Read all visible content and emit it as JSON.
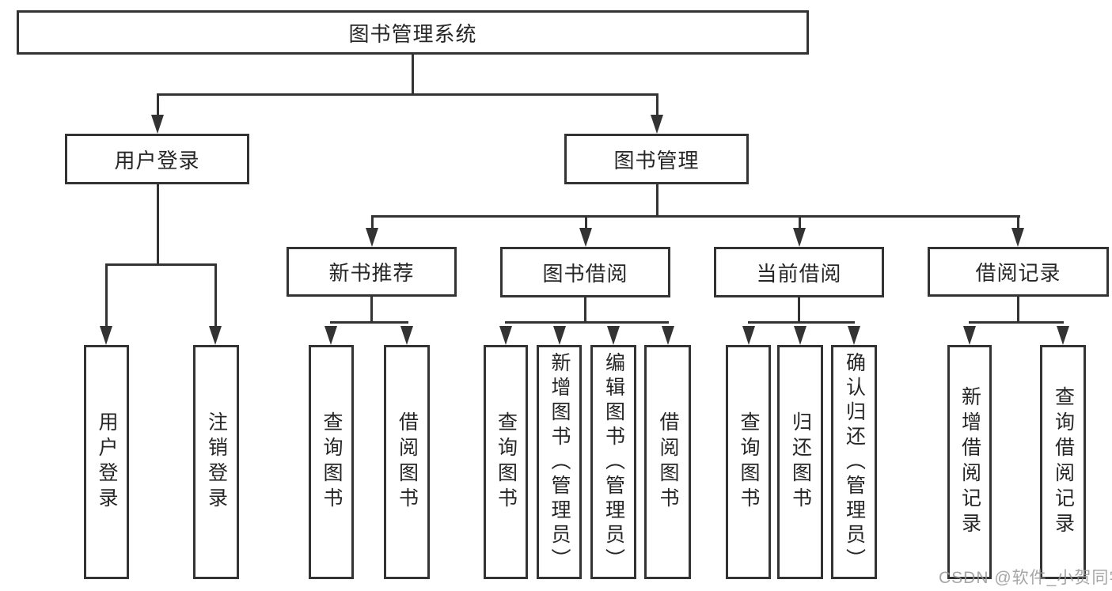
{
  "nodes": {
    "root": "图书管理系统",
    "user_login": "用户登录",
    "book_mgmt": "图书管理",
    "new_book_rec": "新书推荐",
    "book_borrow": "图书借阅",
    "current_borrow": "当前借阅",
    "borrow_records": "借阅记录",
    "login": "用户登录",
    "logout": "注销登录",
    "nb_query": "查询图书",
    "nb_borrow": "借阅图书",
    "bb_query": "查询图书",
    "bb_add": "新增图书（管理员）",
    "bb_edit": "编辑图书（管理员）",
    "bb_borrow": "借阅图书",
    "cb_query": "查询图书",
    "cb_return": "归还图书",
    "cb_confirm": "确认归还（管理员）",
    "br_add": "新增借阅记录",
    "br_query": "查询借阅记录"
  },
  "watermark": "CSDN @软件_小贺同学",
  "colors": {
    "line": "#333333",
    "text": "#262626",
    "background": "#ffffff",
    "watermark": "#969696"
  }
}
